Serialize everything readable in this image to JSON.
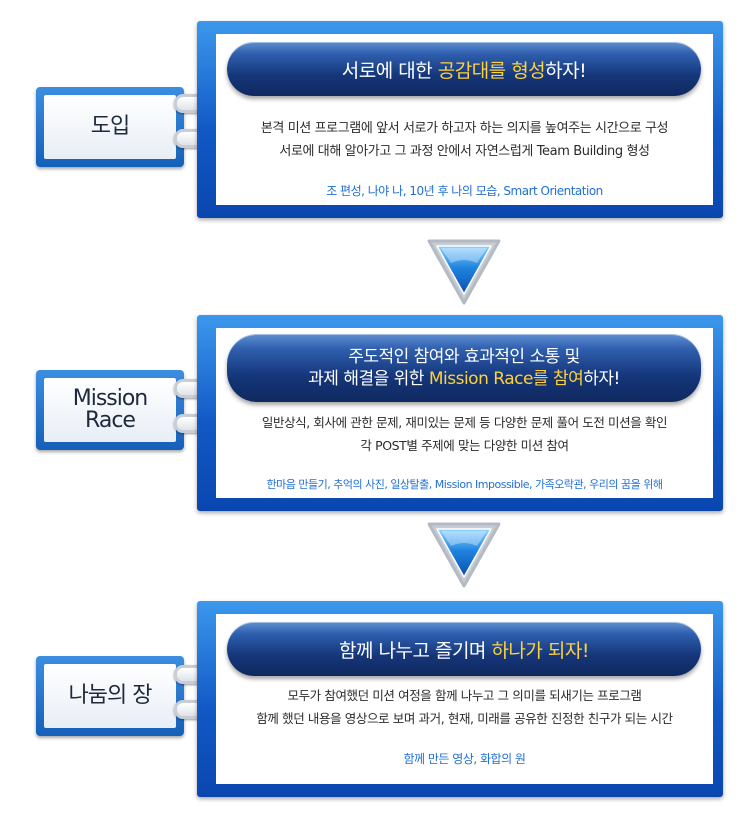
{
  "stages": [
    {
      "label_lines": [
        "도입"
      ],
      "title_lines": [
        [
          {
            "text": "서로에 대한 ",
            "hl": false
          },
          {
            "text": "공감대를 형성",
            "hl": true
          },
          {
            "text": "하자!",
            "hl": false
          }
        ]
      ],
      "desc_lines": [
        "본격 미션 프로그램에 앞서 서로가 하고자 하는 의지를 높여주는 시간으로 구성",
        "서로에 대해 알아가고 그 과정 안에서 자연스럽게 Team Building 형성"
      ],
      "activities": "조 편성, 나야 나, 10년 후 나의 모습, Smart Orientation"
    },
    {
      "label_lines": [
        "Mission",
        "Race"
      ],
      "title_lines": [
        [
          {
            "text": "주도적인 참여와 효과적인 소통 및",
            "hl": false
          }
        ],
        [
          {
            "text": "과제 해결을 위한 ",
            "hl": false
          },
          {
            "text": "Mission Race를 참여",
            "hl": true
          },
          {
            "text": "하자!",
            "hl": false
          }
        ]
      ],
      "desc_lines": [
        "일반상식, 회사에 관한 문제, 재미있는 문제 등 다양한 문제 풀어 도전 미션을 확인",
        "각 POST별 주제에 맞는 다양한 미션 참여"
      ],
      "activities": "한마음 만들기, 추억의 사진, 일상탈출, Mission Impossible, 가족오락관, 우리의 꿈을 위해"
    },
    {
      "label_lines": [
        "나눔의 장"
      ],
      "title_lines": [
        [
          {
            "text": "함께 나누고 즐기며 ",
            "hl": false
          },
          {
            "text": "하나가 되자!",
            "hl": true
          }
        ]
      ],
      "desc_lines": [
        "모두가 참여했던 미션 여정을 함께 나누고 그 의미를 되새기는 프로그램",
        "함께 했던 내용을 영상으로 보며 과거, 현재, 미래를 공유한 진정한 친구가 되는 시간"
      ],
      "activities": "함께 만든 영상, 화합의 원"
    }
  ],
  "colors": {
    "panel_blue": "#1159c6",
    "title_highlight": "#ffd23a",
    "activity_text": "#1f6fd6"
  }
}
